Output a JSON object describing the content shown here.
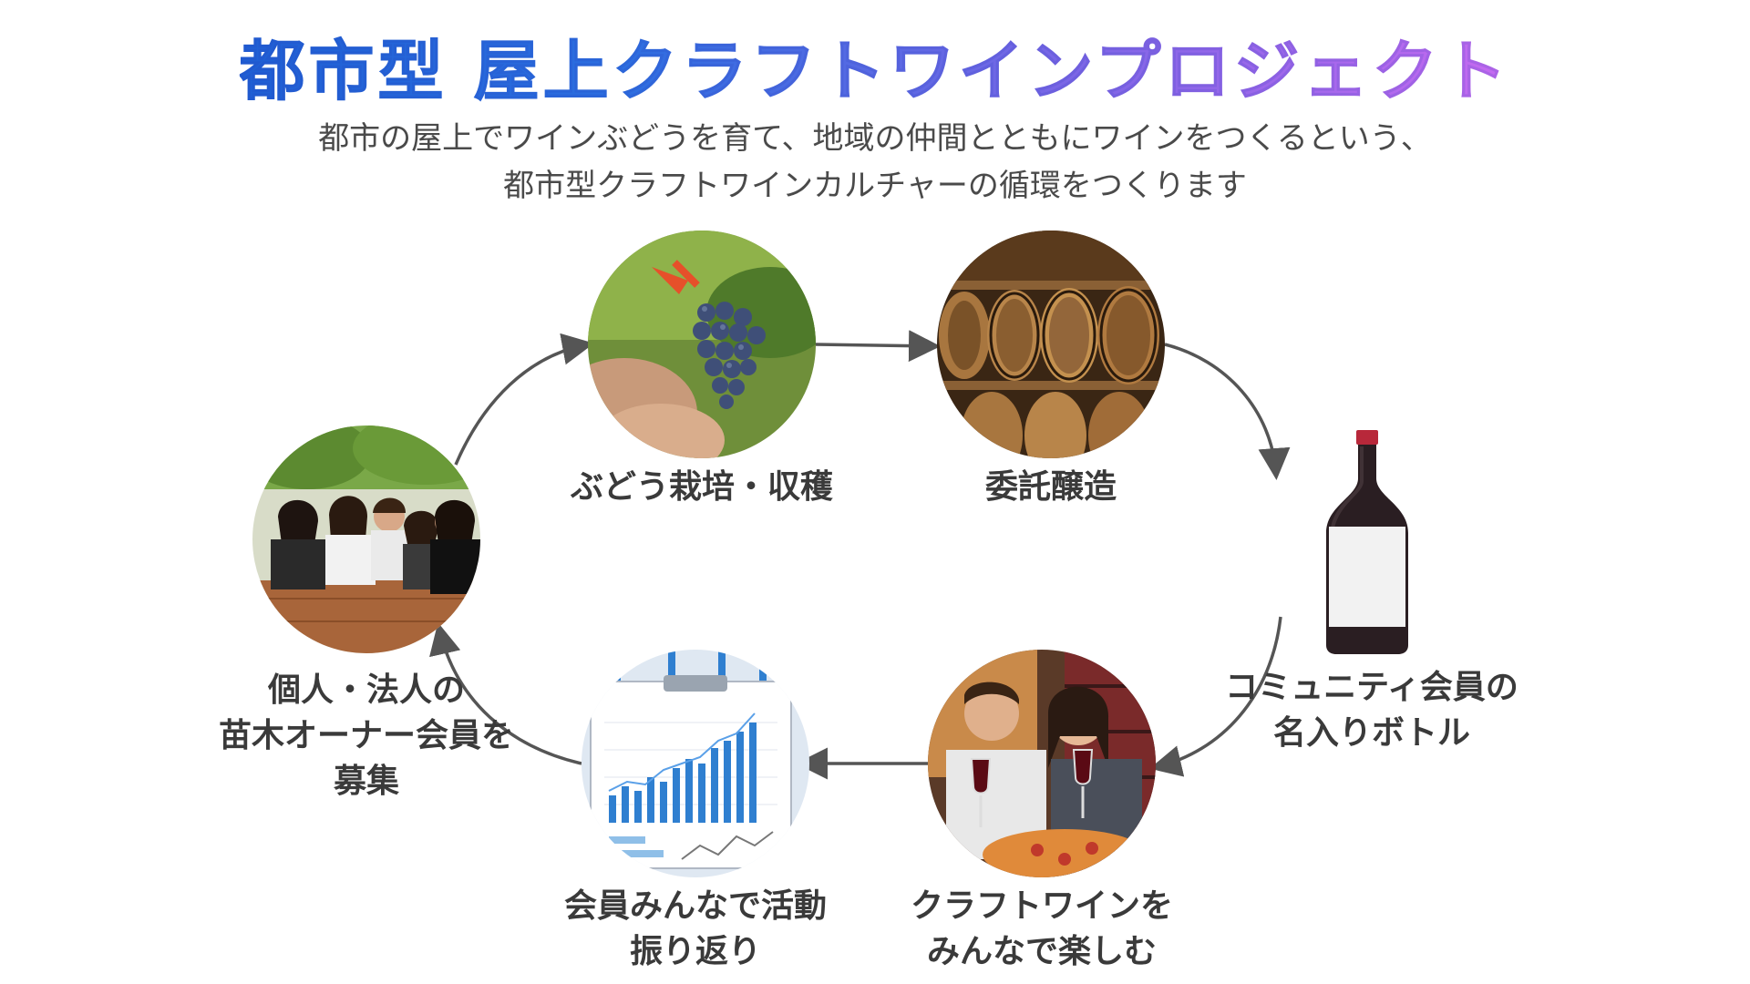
{
  "header": {
    "title": "都市型 屋上クラフトワインプロジェクト",
    "subtitle_line1": "都市の屋上でワインぶどうを育て、地域の仲間とともにワインをつくるという、",
    "subtitle_line2": "都市型クラフトワインカルチャーの循環をつくります"
  },
  "steps": {
    "harvest": {
      "label": "ぶどう栽培・収穫"
    },
    "brewing": {
      "label": "委託醸造"
    },
    "bottle": {
      "label_line1": "コミュニティ会員の",
      "label_line2": "名入りボトル"
    },
    "enjoy": {
      "label_line1": "クラフトワインを",
      "label_line2": "みんなで楽しむ"
    },
    "review": {
      "label_line1": "会員みんなで活動",
      "label_line2": "振り返り"
    },
    "recruit": {
      "label_line1": "個人・法人の",
      "label_line2": "苗木オーナー会員を",
      "label_line3": "募集"
    }
  },
  "colors": {
    "title_start": "#1f5fd4",
    "title_end": "#c66af0",
    "arrow": "#555555",
    "text": "#3a3a3a"
  }
}
